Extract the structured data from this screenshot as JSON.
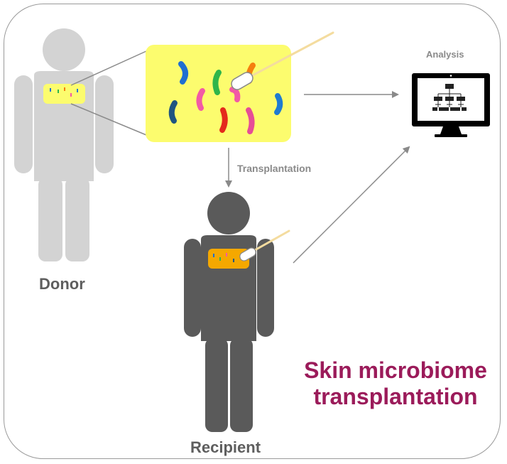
{
  "labels": {
    "donor": "Donor",
    "recipient": "Recipient",
    "transplantation": "Transplantation",
    "analysis": "Analysis"
  },
  "title": {
    "line1": "Skin microbiome",
    "line2": "transplantation"
  },
  "colors": {
    "donor_body": "#d3d3d3",
    "recipient_body": "#5a5a5a",
    "skin_sample": "#fcfc6e",
    "recipient_patch": "#f5a800",
    "title": "#9b1b5a",
    "arrow": "#8a8a8a",
    "bacteria": [
      "#1f6fd1",
      "#2fb54a",
      "#f57e0e",
      "#f25aa5",
      "#1f5580",
      "#e42a1c",
      "#e64d97",
      "#1f7bd1"
    ]
  },
  "icons": [
    "donor-figure",
    "recipient-figure",
    "bacteria",
    "swab",
    "computer-monitor",
    "hierarchy-diagram-icon"
  ]
}
